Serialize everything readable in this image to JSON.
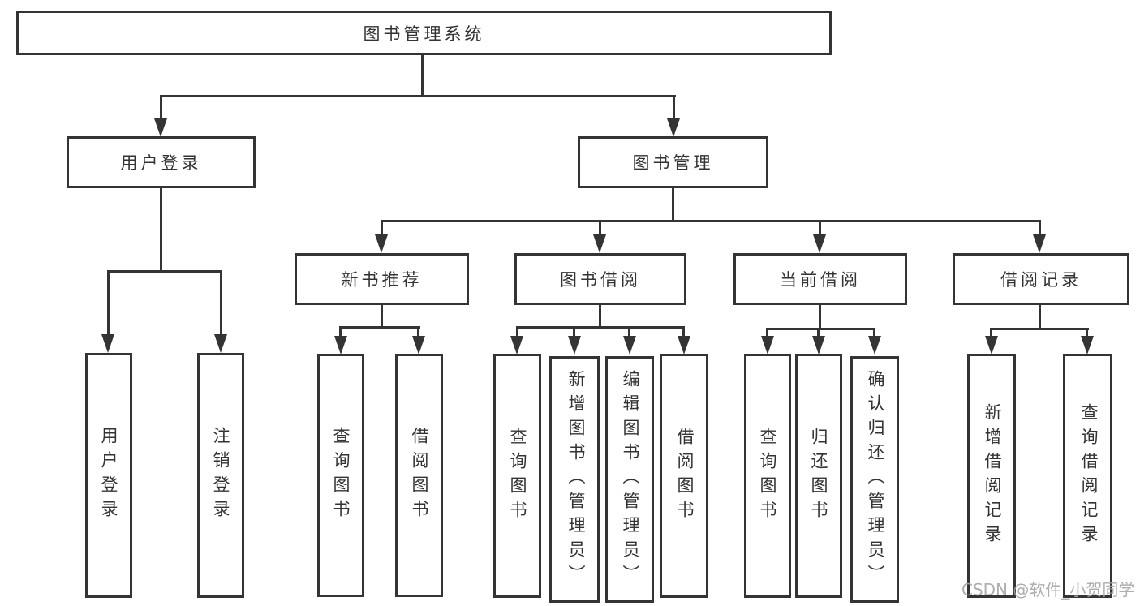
{
  "diagram": {
    "type": "org-tree",
    "watermark": "CSDN @软件_小贺同学",
    "colors": {
      "line": "#343434",
      "box_border": "#343434",
      "box_fill": "#ffffff",
      "text": "#333333",
      "watermark_text": "#a6a6a6",
      "background": "#ffffff"
    },
    "root": {
      "label": "图书管理系统",
      "children": [
        {
          "label": "用户登录",
          "children": [
            {
              "label": "用户登录"
            },
            {
              "label": "注销登录"
            }
          ]
        },
        {
          "label": "图书管理",
          "children": [
            {
              "label": "新书推荐",
              "children": [
                {
                  "label": "查询图书"
                },
                {
                  "label": "借阅图书"
                }
              ]
            },
            {
              "label": "图书借阅",
              "children": [
                {
                  "label": "查询图书"
                },
                {
                  "label": "新增图书（管理员）"
                },
                {
                  "label": "编辑图书（管理员）"
                },
                {
                  "label": "借阅图书"
                }
              ]
            },
            {
              "label": "当前借阅",
              "children": [
                {
                  "label": "查询图书"
                },
                {
                  "label": "归还图书"
                },
                {
                  "label": "确认归还（管理员）"
                }
              ]
            },
            {
              "label": "借阅记录",
              "children": [
                {
                  "label": "新增借阅记录"
                },
                {
                  "label": "查询借阅记录"
                }
              ]
            }
          ]
        }
      ]
    }
  }
}
